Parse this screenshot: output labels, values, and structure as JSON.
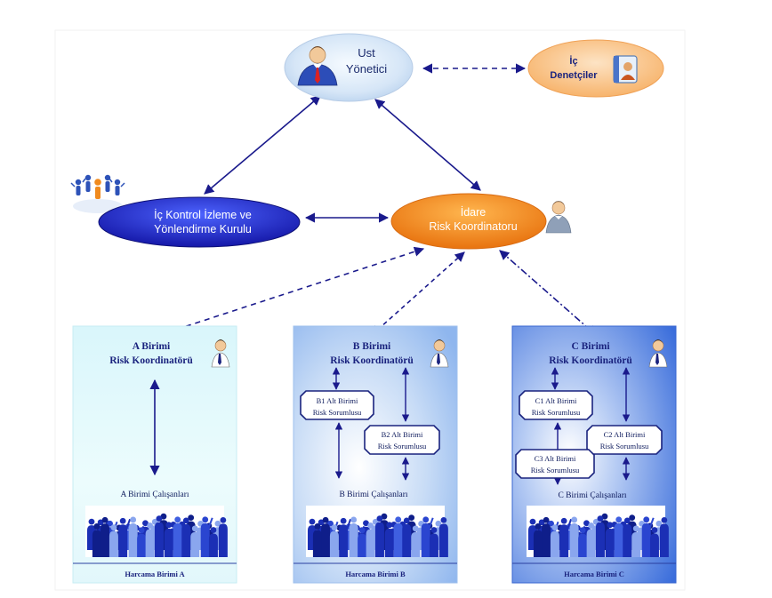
{
  "top": {
    "line1": "Ust",
    "line2": "Yönetici"
  },
  "auditors": {
    "line1": "İç",
    "line2": "Denetçiler"
  },
  "board": {
    "line1": "İç Kontrol İzleme ve",
    "line2": "Yönlendirme Kurulu"
  },
  "coordinator": {
    "line1": "İdare",
    "line2": "Risk Koordinatoru"
  },
  "panels": [
    {
      "title1": "A Birimi",
      "title2": "Risk Koordinatörü",
      "staff": "A Birimi Çalışanları",
      "footer": "Harcama Birimi A",
      "subs": []
    },
    {
      "title1": "B Birimi",
      "title2": "Risk Koordinatörü",
      "staff": "B Birimi Çalışanları",
      "footer": "Harcama Birimi B",
      "subs": [
        {
          "l1": "B1 Alt Birimi",
          "l2": "Risk Sorumlusu"
        },
        {
          "l1": "B2 Alt Birimi",
          "l2": "Risk Sorumlusu"
        }
      ]
    },
    {
      "title1": "C Birimi",
      "title2": "Risk Koordinatörü",
      "staff": "C Birimi Çalışanları",
      "footer": "Harcama Birimi C",
      "subs": [
        {
          "l1": "C1 Alt Birimi",
          "l2": "Risk Sorumlusu"
        },
        {
          "l1": "C2 Alt Birimi",
          "l2": "Risk Sorumlusu"
        },
        {
          "l1": "C3 Alt Birimi",
          "l2": "Risk Sorumlusu"
        }
      ]
    }
  ],
  "colors": {
    "navy": "#1a1a8c",
    "orange": "#f28c1e",
    "board_blue": "#1c2fd0",
    "sky": "#dbe9f8",
    "panel_a": "#e4fafc",
    "panel_b": "#a9c9f2",
    "panel_c": "#4f7fe0"
  },
  "icons": [
    "manager-icon",
    "contact-card-icon",
    "team-icon",
    "person-icon",
    "crowd-icon"
  ]
}
